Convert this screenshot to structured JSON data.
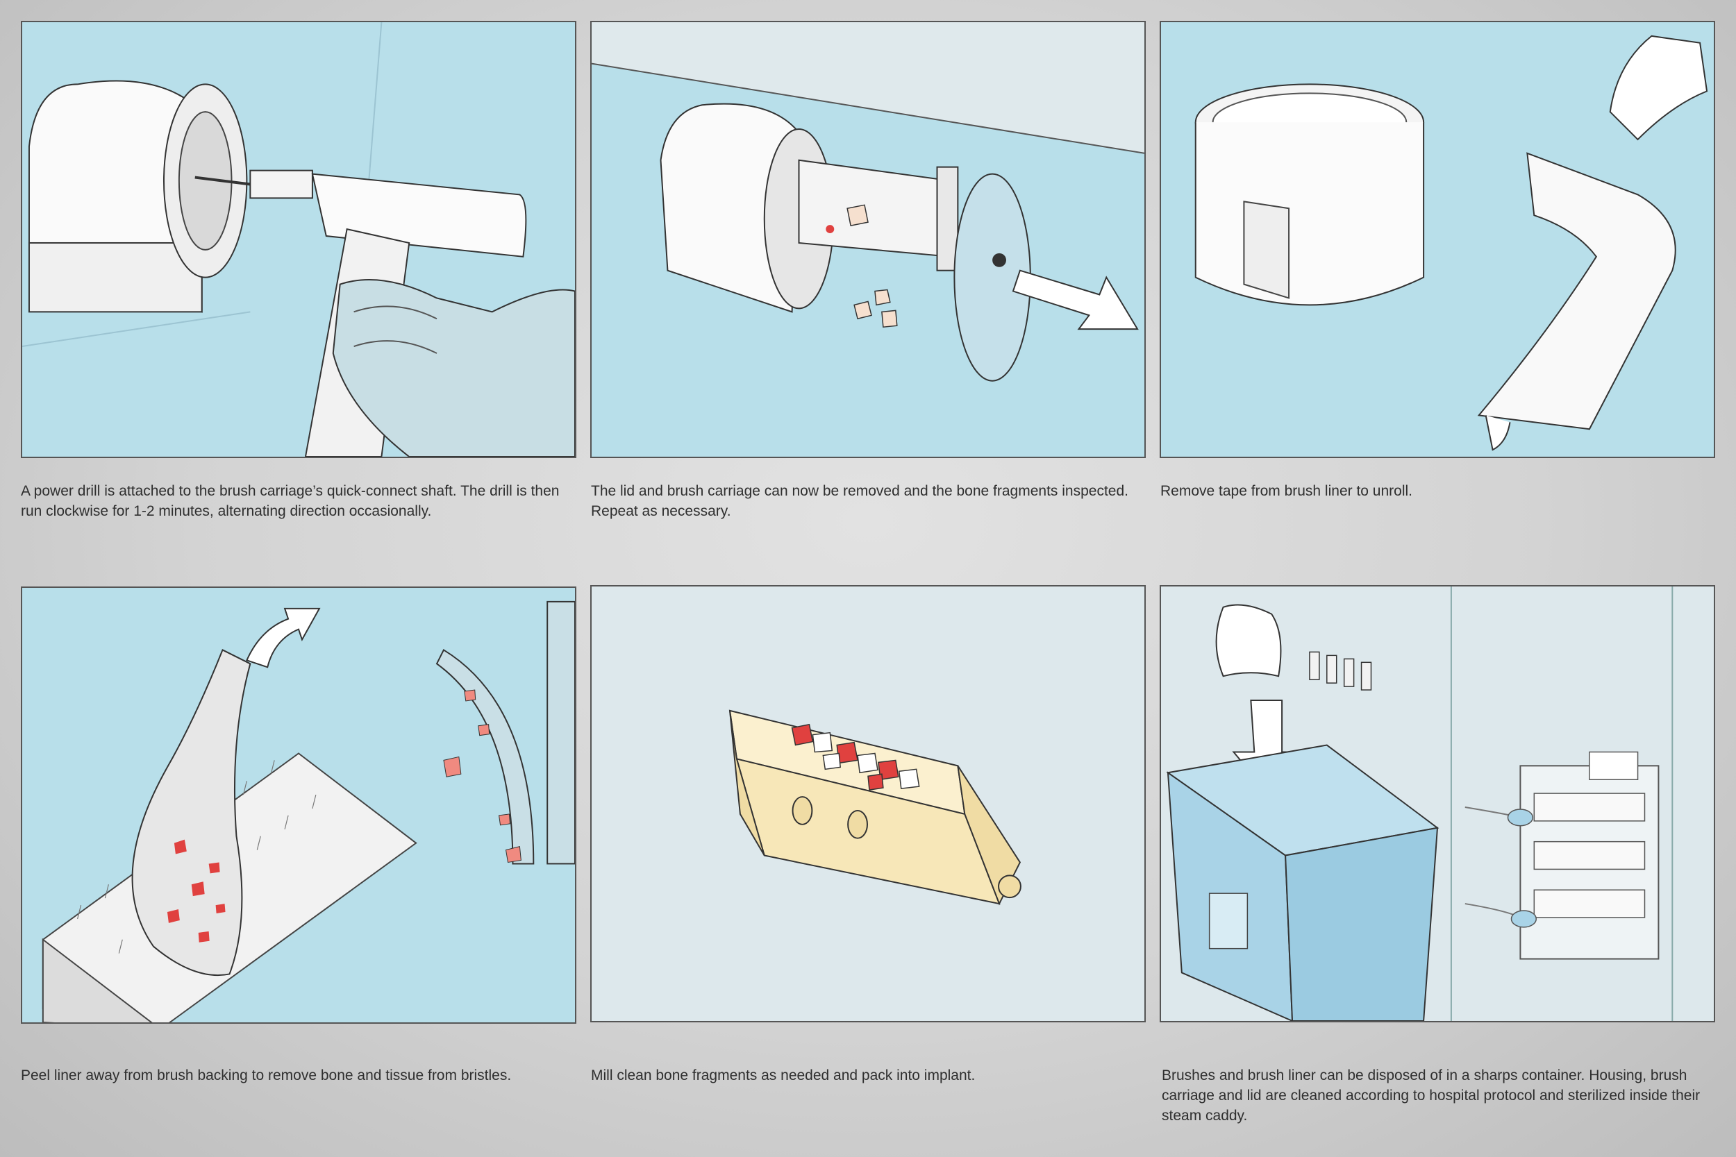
{
  "steps": [
    {
      "caption": "A power drill is attached to the brush carriage’s quick-connect shaft. The drill is then run clockwise for 1-2 minutes, alternating direction occasionally."
    },
    {
      "caption": "The lid and brush carriage can now be removed and the bone fragments inspected. Repeat as necessary."
    },
    {
      "caption": "Remove tape from brush liner to unroll."
    },
    {
      "caption": "Peel liner away from brush backing to remove bone and tissue from bristles."
    },
    {
      "caption": "Mill clean bone fragments as needed and pack into implant."
    },
    {
      "caption": "Brushes and brush liner can be disposed of in a sharps container. Housing, brush carriage and lid are cleaned according to hospital protocol and sterilized inside their steam caddy."
    }
  ],
  "colors": {
    "panel_blue": "#b8dfea",
    "panel_pale": "#dde8ec",
    "bone_red": "#e0413f",
    "implant_yellow": "#f7e7b8",
    "container_blue": "#a9d3e7"
  }
}
